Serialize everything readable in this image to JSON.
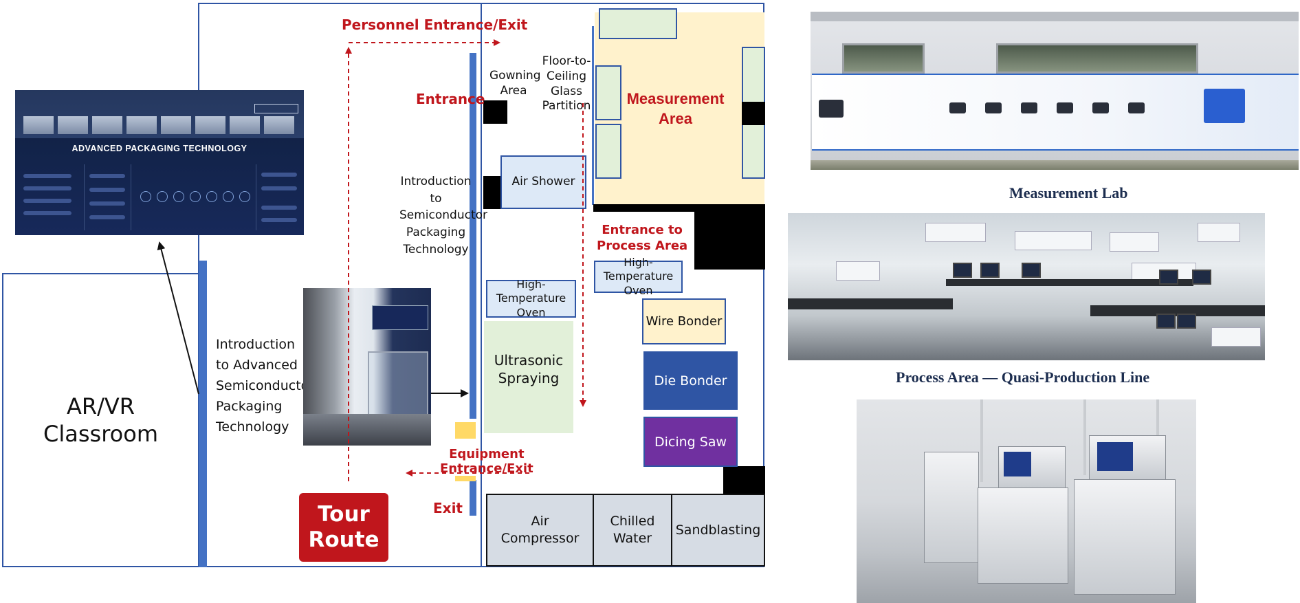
{
  "floor_plan": {
    "personnel_entrance_exit": "Personnel Entrance/Exit",
    "entrance": "Entrance",
    "exit": "Exit",
    "gowning_area": "Gowning\nArea",
    "glass_partition": "Floor-to-\nCeiling\nGlass\nPartition",
    "air_shower": "Air Shower",
    "intro_semiconductor": "Introduction\nto\nSemiconductor\nPackaging\nTechnology",
    "intro_advanced": "Introduction\nto Advanced\nSemiconductor\nPackaging\nTechnology",
    "measurement_area": "Measurement\nArea",
    "entrance_process_area": "Entrance to\nProcess Area",
    "oven_left": "High-Temperature\nOven",
    "oven_right": "High-Temperature\nOven",
    "ultrasonic_spraying": "Ultrasonic\nSpraying",
    "wire_bonder": "Wire Bonder",
    "die_bonder": "Die Bonder",
    "dicing_saw": "Dicing Saw",
    "equipment_entrance_exit": "Equipment\nEntrance/Exit",
    "air_compressor": "Air\nCompressor",
    "chilled_water": "Chilled\nWater",
    "sandblasting": "Sandblasting",
    "tour_route": "Tour\nRoute",
    "ar_vr_classroom": "AR/VR\nClassroom"
  },
  "captions": {
    "measurement_lab": "Measurement Lab",
    "process_area": "Process Area — Quasi-Production Line"
  },
  "board": {
    "title": "ADVANCED PACKAGING TECHNOLOGY"
  },
  "colors": {
    "frame_blue": "#2f55a4",
    "wall_blue": "#4472c4",
    "red": "#c0161c",
    "light_blue_fill": "#dde9f7",
    "green_fill": "#e2f0d9",
    "cream_fill": "#fff2cc",
    "die_bonder_blue": "#2f55a4",
    "dicing_saw_purple": "#7030a0",
    "utility_gray": "#d6dce4",
    "equipment_yellow": "#ffd966"
  }
}
